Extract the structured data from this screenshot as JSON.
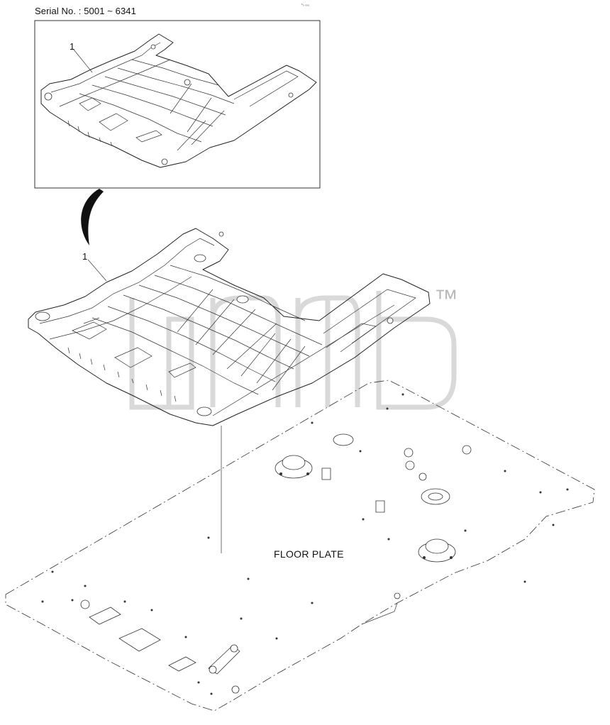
{
  "header": {
    "serial_label": "Serial No. : 5001 ~ 6341",
    "corner_mark": "¹₀ ₀₀₀"
  },
  "inset": {
    "callout": "1",
    "part": "floor mat (inset view)"
  },
  "main": {
    "callout": "1",
    "floor_label": "FLOOR PLATE"
  },
  "watermark": {
    "trademark": "™"
  },
  "colors": {
    "line": "#222222",
    "background": "#ffffff",
    "watermark": "#b9b9b9"
  }
}
